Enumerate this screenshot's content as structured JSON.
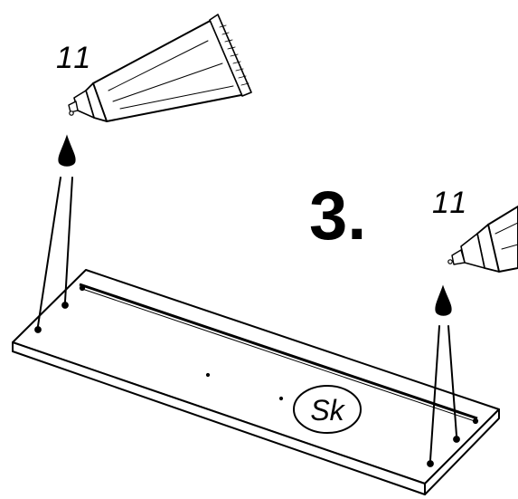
{
  "step": {
    "number": "3."
  },
  "glue_left": {
    "label": "11",
    "icon": "glue-tube-icon"
  },
  "glue_right": {
    "label": "11",
    "icon": "glue-tube-icon"
  },
  "panel": {
    "label": "Sk"
  },
  "colors": {
    "ink": "#000000",
    "paper": "#ffffff"
  }
}
